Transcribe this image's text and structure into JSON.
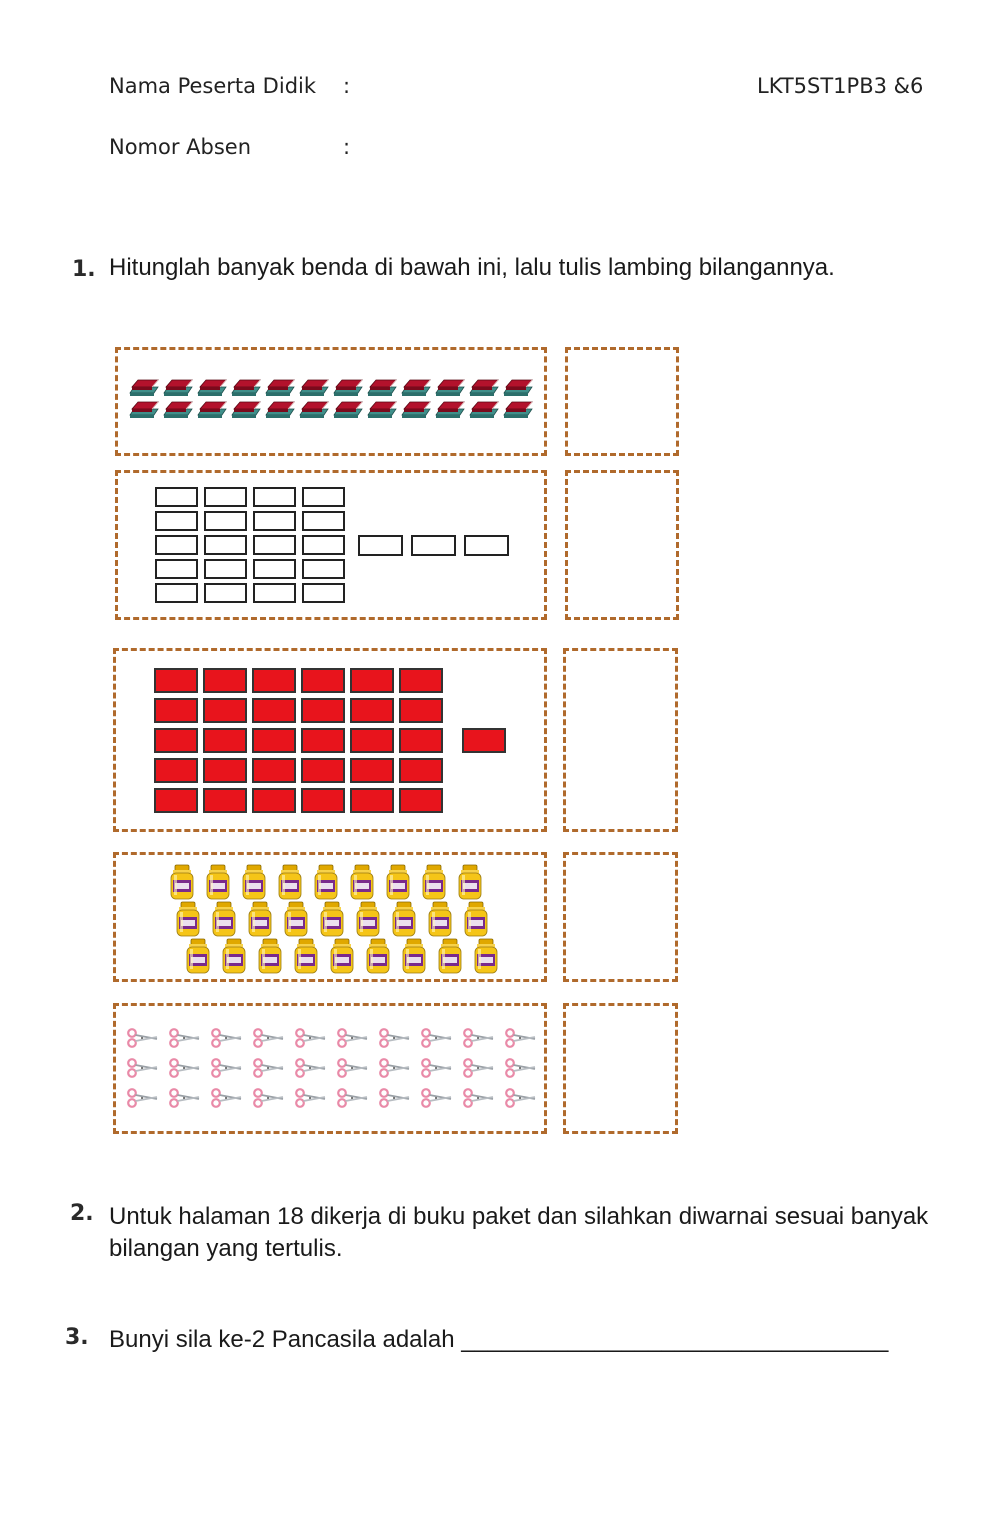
{
  "header": {
    "name_label": "Nama Peserta Didik",
    "name_colon": ":",
    "absen_label": "Nomor Absen",
    "absen_colon": ":",
    "code": "LKT5ST1PB3 &6"
  },
  "questions": [
    {
      "number": "1.",
      "text": "Hitunglah banyak benda di bawah ini, lalu tulis lambing bilangannya."
    },
    {
      "number": "2.",
      "text": "Untuk halaman 18 dikerja di buku paket dan silahkan diwarnai sesuai banyak bilangan yang tertulis."
    },
    {
      "number": "3.",
      "text": "Bunyi sila ke-2 Pancasila adalah ________________________________"
    }
  ],
  "counting_rows": [
    {
      "object": "book-icon",
      "count": 24,
      "answer": ""
    },
    {
      "object": "white-rectangle",
      "count": 23,
      "answer": ""
    },
    {
      "object": "red-rectangle",
      "count": 31,
      "answer": ""
    },
    {
      "object": "jar-icon",
      "count": 27,
      "answer": ""
    },
    {
      "object": "scissors-icon",
      "count": 30,
      "answer": ""
    }
  ],
  "colors": {
    "dashed_border": "#b06a2c",
    "red_block": "#e8141c",
    "jar_body": "#f5c518",
    "jar_label": "#7a2a8c",
    "scissors": "#e98aa8",
    "book_top": "#b3122c",
    "book_base": "#3f8f8a"
  }
}
